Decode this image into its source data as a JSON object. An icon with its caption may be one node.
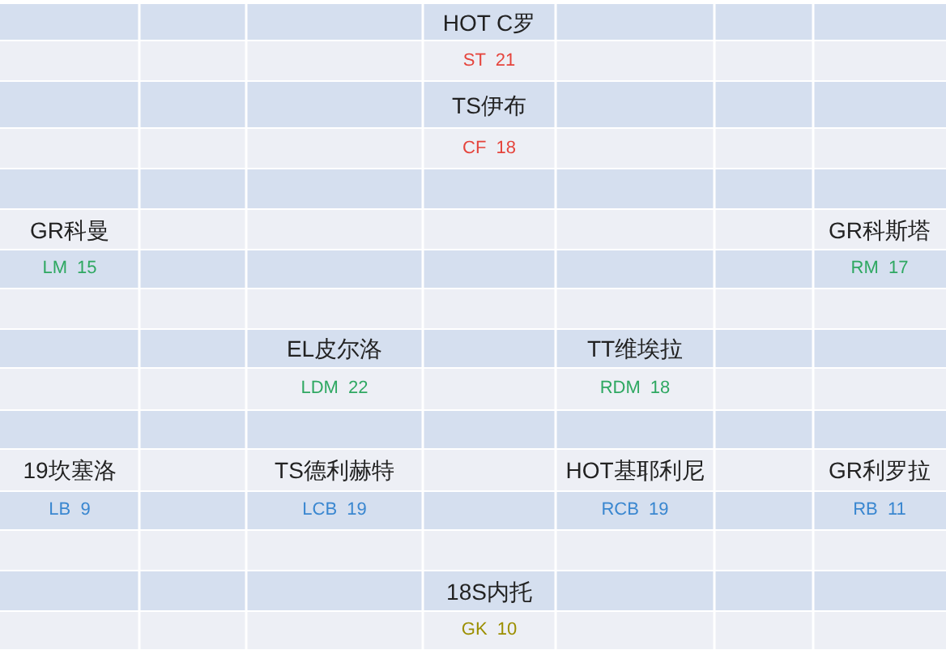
{
  "diagram": {
    "labels": [
      "HOT C罗",
      "ST 21",
      "TS伊布",
      "CF 18",
      "GR科曼",
      "GR科斯塔",
      "LM 15",
      "RM 17",
      "EL皮尔洛",
      "TT维埃拉",
      "LDM 22",
      "RDM 18",
      "19坎塞洛",
      "TS德利赫特",
      "HOT基耶利尼",
      "GR利罗拉",
      "LB 9",
      "LCB 19",
      "RCB 19",
      "RB 11",
      "18S内托",
      "GK 10"
    ]
  }
}
